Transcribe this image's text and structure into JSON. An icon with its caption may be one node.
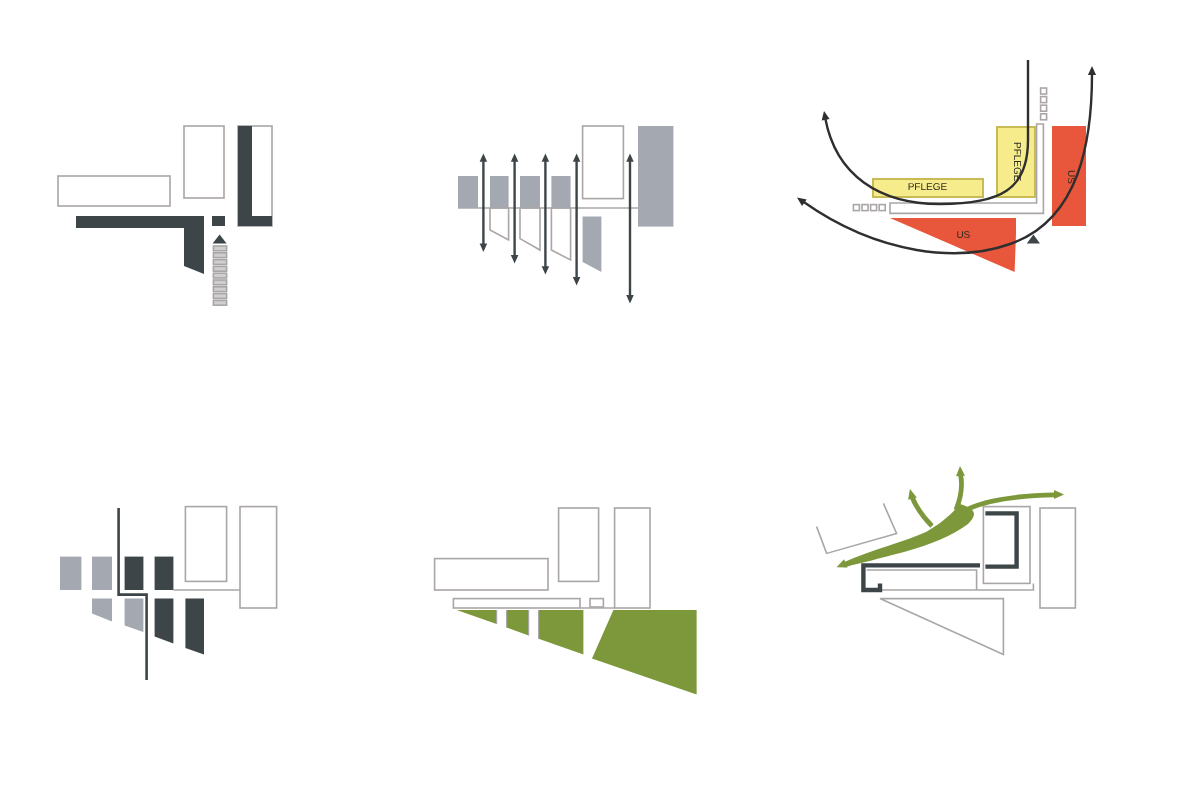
{
  "diagram": {
    "nodes": [
      {
        "text": [
          "PFLEGE"
        ]
      },
      {
        "text": [
          "PFLEGE"
        ]
      },
      {
        "text": [
          "US"
        ]
      },
      {
        "text": [
          "US"
        ]
      }
    ]
  }
}
